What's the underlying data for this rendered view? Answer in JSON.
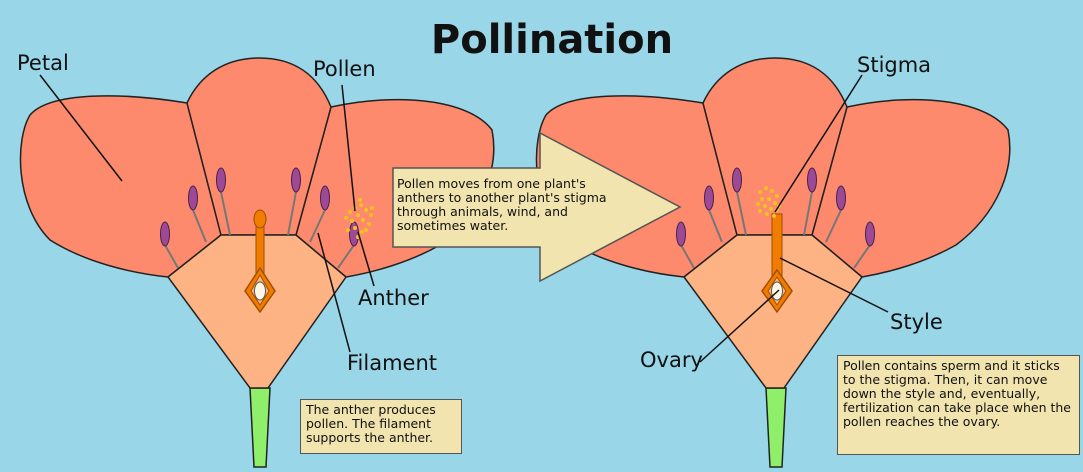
{
  "title": "Pollination",
  "labels": {
    "petal": "Petal",
    "pollen": "Pollen",
    "anther": "Anther",
    "filament": "Filament",
    "stigma": "Stigma",
    "style": "Style",
    "ovary": "Ovary"
  },
  "notes": {
    "arrow_text": "Pollen moves from one plant's anthers to another plant's stigma through animals, wind, and sometimes water.",
    "left_note": "The anther produces pollen. The filament supports the anther.",
    "right_note": "Pollen contains sperm and it sticks to the stigma. Then, it can move down the style and, eventually, fertilization can take place when the pollen reaches the ovary."
  },
  "colors": {
    "background": "#98d6e8",
    "petal": "#fd8a6c",
    "receptacle": "#fdb383",
    "anther": "#9d4a96",
    "style": "#f07c00",
    "pollen": "#f6c21d",
    "stem": "#8fef6a",
    "note_box": "#f1e4ae"
  }
}
